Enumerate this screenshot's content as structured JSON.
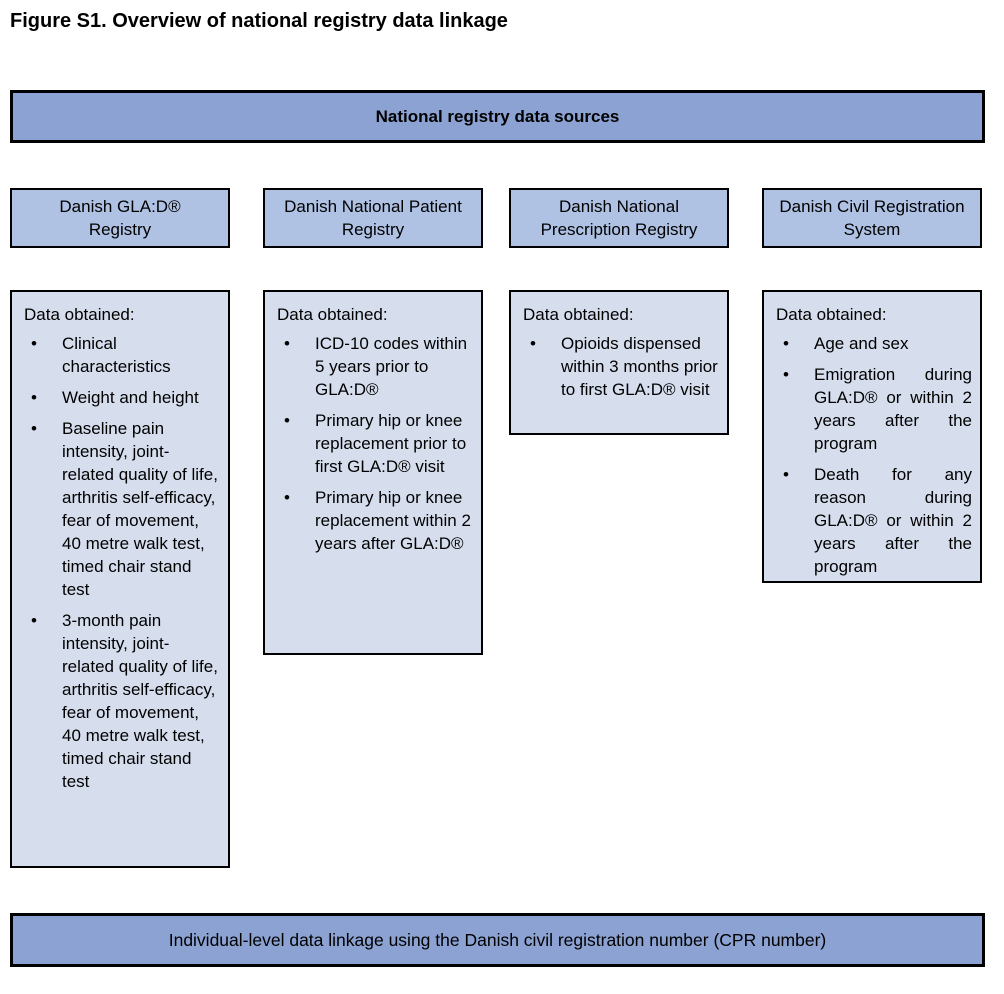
{
  "figure": {
    "title": "Figure S1. Overview of national registry data linkage"
  },
  "banners": {
    "top": "National registry data sources",
    "bottom": "Individual-level data linkage using the Danish civil registration number (CPR number)"
  },
  "colors": {
    "banner_fill": "#8BA2D3",
    "header_fill": "#AFC2E4",
    "content_fill": "#D6DEEE",
    "border": "#000000"
  },
  "columns": [
    {
      "header": "Danish GLA:D® Registry",
      "data_heading": "Data obtained:",
      "bullet_glyph": "•",
      "items": [
        "Clinical characteristics",
        "Weight and height",
        "Baseline pain intensity, joint-related quality of life, arthritis self-efficacy, fear of movement, 40 metre walk test, timed chair stand test",
        "3-month pain intensity, joint-related quality of life, arthritis self-efficacy, fear of movement, 40 metre walk test, timed chair stand test"
      ]
    },
    {
      "header": "Danish National Patient Registry",
      "data_heading": "Data obtained:",
      "bullet_glyph": "•",
      "items": [
        "ICD-10 codes within 5 years prior to GLA:D®",
        "Primary hip or knee replacement prior to first GLA:D® visit",
        "Primary hip or knee replacement within 2 years after GLA:D®"
      ]
    },
    {
      "header": "Danish National Prescription Registry",
      "data_heading": "Data obtained:",
      "bullet_glyph": "•",
      "items": [
        "Opioids dispensed within 3 months prior to first GLA:D® visit"
      ]
    },
    {
      "header": "Danish Civil Registration System",
      "data_heading": "Data obtained:",
      "bullet_glyph": "•",
      "items": [
        "Age and sex",
        "Emigration during GLA:D® or within 2 years after the program",
        "Death for any reason during GLA:D® or within 2 years after the program"
      ]
    }
  ]
}
